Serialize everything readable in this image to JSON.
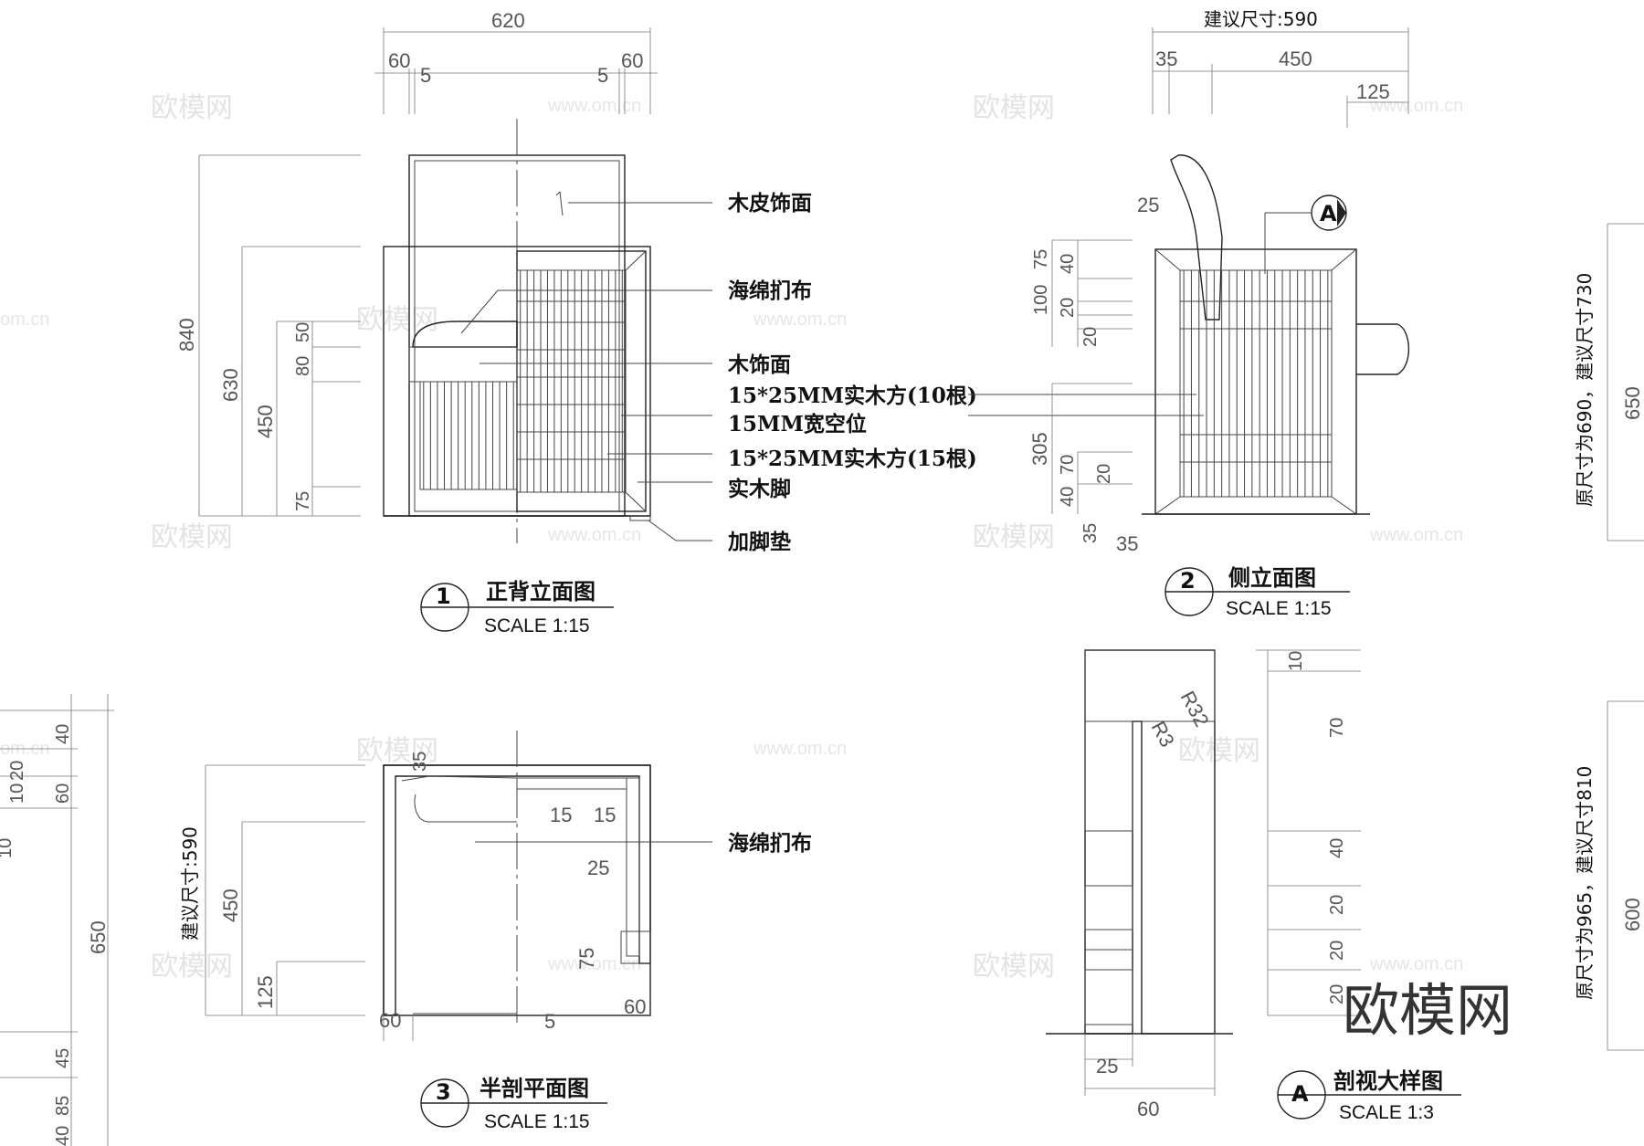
{
  "callouts": {
    "veneer": "木皮饰面",
    "sponge_fabric": "海绵扪布",
    "wood_finish": "木饰面",
    "slats_10": "15*25MM实木方(10根)",
    "gap_15": "15MM宽空位",
    "slats_15": "15*25MM实木方(15根)",
    "solid_leg": "实木脚",
    "foot_pad": "加脚垫",
    "plan_sponge": "海绵扪布"
  },
  "views": {
    "v1": {
      "num": "1",
      "title": "正背立面图",
      "scale": "SCALE 1:15"
    },
    "v2": {
      "num": "2",
      "title": "侧立面图",
      "scale": "SCALE 1:15"
    },
    "v3": {
      "num": "3",
      "title": "半剖平面图",
      "scale": "SCALE 1:15"
    },
    "vA": {
      "num": "A",
      "title": "剖视大样图",
      "scale": "SCALE 1:3"
    }
  },
  "section_marker": "A",
  "dims_v1": {
    "top_total": "620",
    "left_60": "60",
    "left_5": "5",
    "right_5": "5",
    "right_60": "60",
    "h840": "840",
    "h630": "630",
    "h450": "450",
    "h80": "80",
    "h50": "50",
    "h75": "75"
  },
  "dims_v2": {
    "suggest": "建议尺寸:590",
    "d35": "35",
    "d450": "450",
    "d125": "125",
    "d25": "25",
    "d100": "100",
    "d75": "75",
    "d40": "40",
    "d20a": "20",
    "d20b": "20",
    "d305": "305",
    "d40b": "40",
    "d70": "70",
    "d20c": "20",
    "d35b": "35",
    "d35c": "35"
  },
  "dims_v3": {
    "suggest": "建议尺寸:590",
    "d35": "35",
    "d450": "450",
    "d125": "125",
    "d60a": "60",
    "d5": "5",
    "d15a": "15",
    "d15b": "15",
    "d25": "25",
    "d75": "75",
    "d60b": "60"
  },
  "dims_vA": {
    "r32": "R32",
    "r3": "R3",
    "d10": "10",
    "d70": "70",
    "d40": "40",
    "d20a": "20",
    "d20b": "20",
    "d20c": "20",
    "d25": "25",
    "d60": "60"
  },
  "dims_left_edge": {
    "d40": "40",
    "d10": "10",
    "d20": "20",
    "d60": "60",
    "d10b": "10",
    "d650": "650",
    "d45": "45",
    "d85": "85",
    "d40b": "40"
  },
  "right_notes": {
    "note1": "原尺寸为690，建议尺寸730",
    "note2": "原尺寸为965，建议尺寸810",
    "d650": "650",
    "d600": "600"
  },
  "watermarks": {
    "brand": "欧模网",
    "url": "www.om.cn",
    "url_partial": "om.cn"
  },
  "logo": "欧模网"
}
